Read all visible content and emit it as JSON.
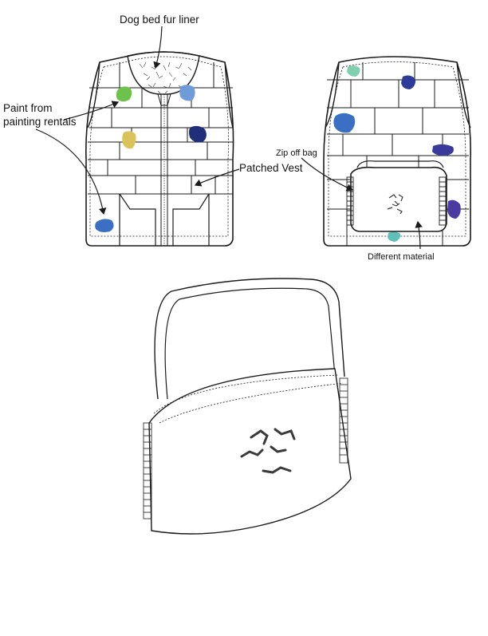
{
  "labels": {
    "fur_liner": "Dog bed fur liner",
    "paint_line1": "Paint from",
    "paint_line2": "painting rentals",
    "patched_vest": "Patched Vest",
    "zip_off_bag": "Zip off bag",
    "different_material": "Different material"
  },
  "colors": {
    "outline": "#1a1a1a",
    "paint_green": "#6cc24a",
    "paint_light_blue": "#6f9bd8",
    "paint_navy": "#1f2f7a",
    "paint_yellow": "#d9c35a",
    "paint_blue": "#3b6fc4",
    "paint_mint": "#7fd0b0",
    "paint_violet": "#3a3a9a",
    "paint_purple": "#4b3aa0",
    "paint_teal": "#5fc0b8",
    "logo_gray": "#3a3a3a"
  },
  "icons": [
    "arrow-icon",
    "zipper-icon",
    "logo-icon"
  ]
}
